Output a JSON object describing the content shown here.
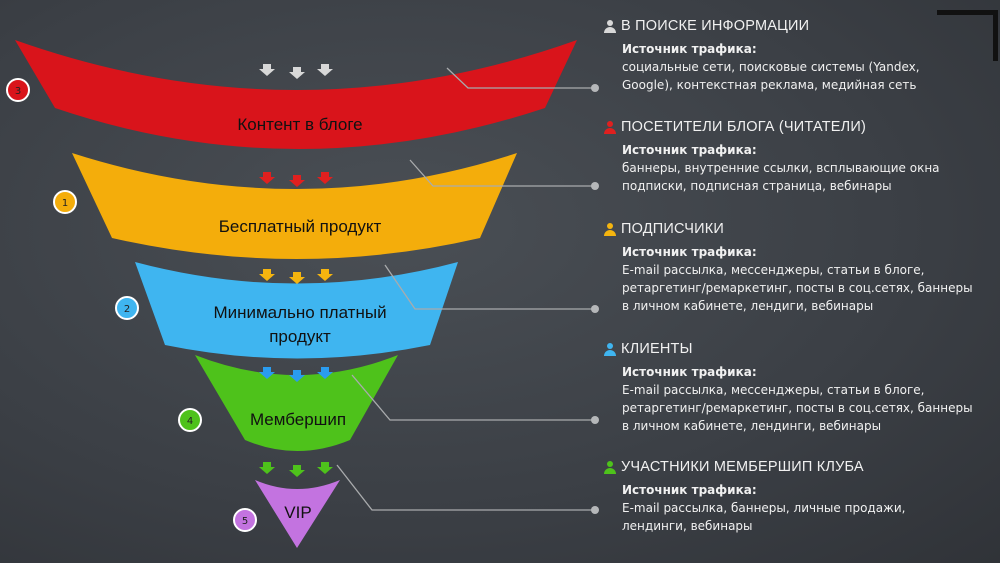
{
  "funnel": {
    "stages": [
      {
        "label": "Контент в блоге",
        "number": "3",
        "color": "#d9141b",
        "arrow_color": "#d8d8d8"
      },
      {
        "label": "Бесплатный продукт",
        "number": "1",
        "color": "#f4ad0b",
        "arrow_color": "#e0201f"
      },
      {
        "label_line1": "Минимально платный",
        "label_line2": "продукт",
        "number": "2",
        "color": "#3fb5f0",
        "arrow_color": "#f5b50f"
      },
      {
        "label": "Мембершип",
        "number": "4",
        "color": "#4ec21b",
        "arrow_color": "#2a9cef"
      },
      {
        "label": "VIP",
        "number": "5",
        "color": "#c373e0",
        "arrow_color": "#4ec21b"
      }
    ]
  },
  "segments": [
    {
      "icon": "person-icon",
      "icon_color": "#d8d8d8",
      "title": "В ПОИСКЕ ИНФОРМАЦИИ",
      "source_label": "Источник трафика:",
      "lines": [
        "социальные сети, поисковые системы (Yandex,",
        "Google), контекстная реклама, медийная сеть"
      ]
    },
    {
      "icon": "person-icon",
      "icon_color": "#e0201f",
      "title": "ПОСЕТИТЕЛИ БЛОГА (ЧИТАТЕЛИ)",
      "source_label": "Источник трафика:",
      "lines": [
        "баннеры, внутренние ссылки, всплывающие окна",
        "подписки, подписная страница, вебинары"
      ]
    },
    {
      "icon": "person-icon",
      "icon_color": "#f5b50f",
      "title": "ПОДПИСЧИКИ",
      "source_label": "Источник трафика:",
      "lines": [
        "E-mail рассылка, мессенджеры, статьи в блоге,",
        "ретаргетинг/ремаркетинг, посты в соц.сетях, баннеры",
        "в личном кабинете, лендиги, вебинары"
      ]
    },
    {
      "icon": "person-icon",
      "icon_color": "#3fb5f0",
      "title": "КЛИЕНТЫ",
      "source_label": "Источник трафика:",
      "lines": [
        "E-mail рассылка, мессенджеры, статьи в блоге,",
        "ретаргетинг/ремаркетинг, посты в соц.сетях, баннеры",
        "в личном кабинете, лендинги, вебинары"
      ]
    },
    {
      "icon": "person-icon",
      "icon_color": "#4ec21b",
      "title": "УЧАСТНИКИ МЕМБЕРШИП КЛУБА",
      "source_label": "Источник трафика:",
      "lines": [
        "E-mail рассылка, баннеры, личные продажи,",
        "лендинги, вебинары"
      ]
    }
  ]
}
